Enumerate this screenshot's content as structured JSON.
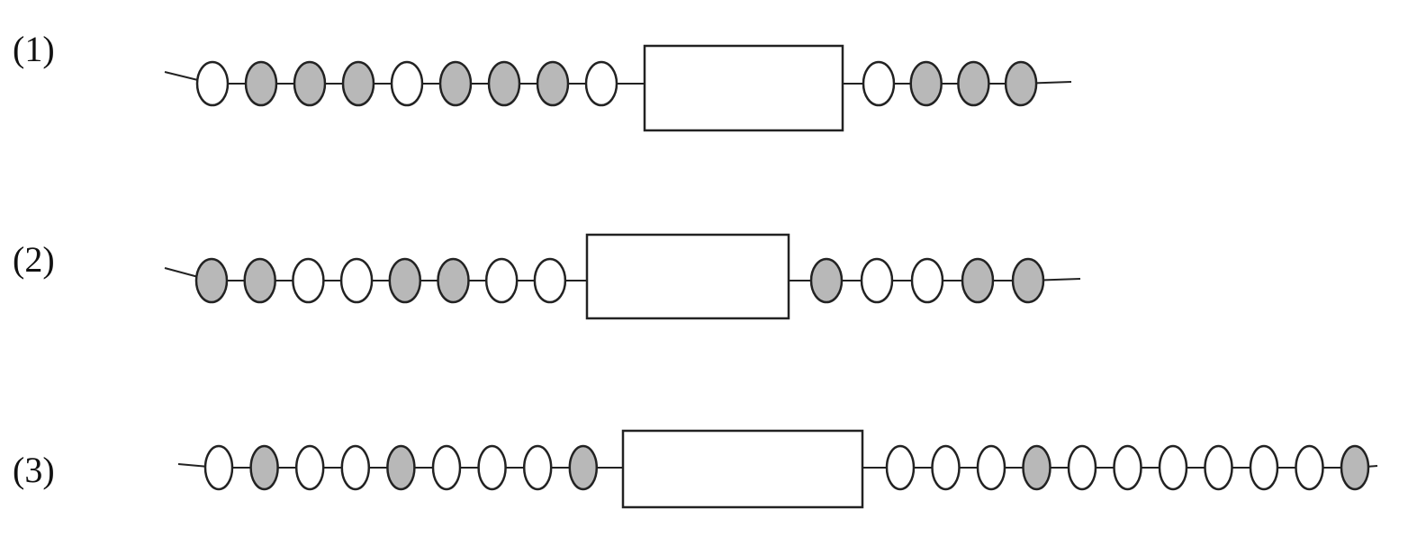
{
  "colors": {
    "white_bead": "#ffffff",
    "gray_bead": "#b8b8b8",
    "stroke": "#222222"
  },
  "rows": [
    {
      "label": "(1)",
      "left_beads": [
        "white",
        "gray",
        "gray",
        "gray",
        "white",
        "gray",
        "gray",
        "gray",
        "white"
      ],
      "right_beads": [
        "white",
        "gray",
        "gray",
        "gray"
      ]
    },
    {
      "label": "(2)",
      "left_beads": [
        "gray",
        "gray",
        "white",
        "white",
        "gray",
        "gray",
        "white",
        "white"
      ],
      "right_beads": [
        "gray",
        "white",
        "white",
        "gray",
        "gray"
      ]
    },
    {
      "label": "(3)",
      "left_beads": [
        "white",
        "gray",
        "white",
        "white",
        "gray",
        "white",
        "white",
        "white",
        "gray"
      ],
      "right_beads": [
        "white",
        "white",
        "white",
        "gray",
        "white",
        "white",
        "white",
        "white",
        "white",
        "white",
        "gray"
      ]
    }
  ]
}
